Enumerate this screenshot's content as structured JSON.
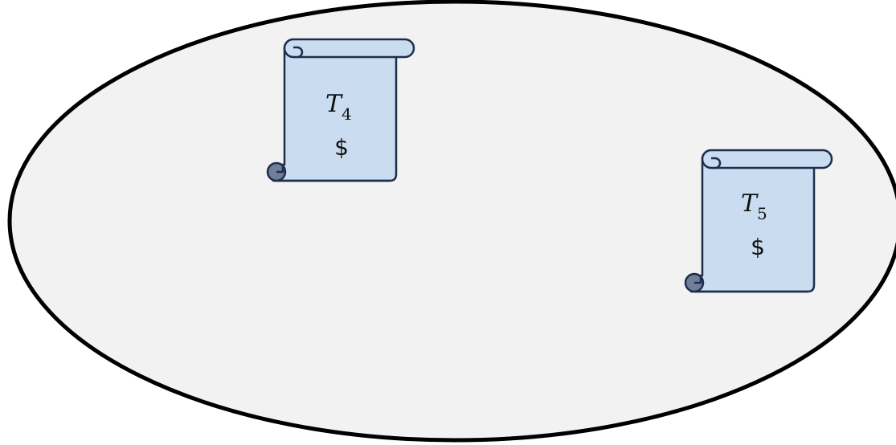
{
  "colors": {
    "ellipse_fill": "#f2f2f2",
    "ellipse_stroke": "#000000",
    "scroll_fill": "#c9dcf0",
    "scroll_stroke": "#1f2d4d",
    "scroll_curl": "#6f7f99"
  },
  "scrolls": [
    {
      "name": "T",
      "subscript": "4",
      "symbol": "$",
      "icon": "scroll-icon"
    },
    {
      "name": "T",
      "subscript": "5",
      "symbol": "$",
      "icon": "scroll-icon"
    }
  ]
}
